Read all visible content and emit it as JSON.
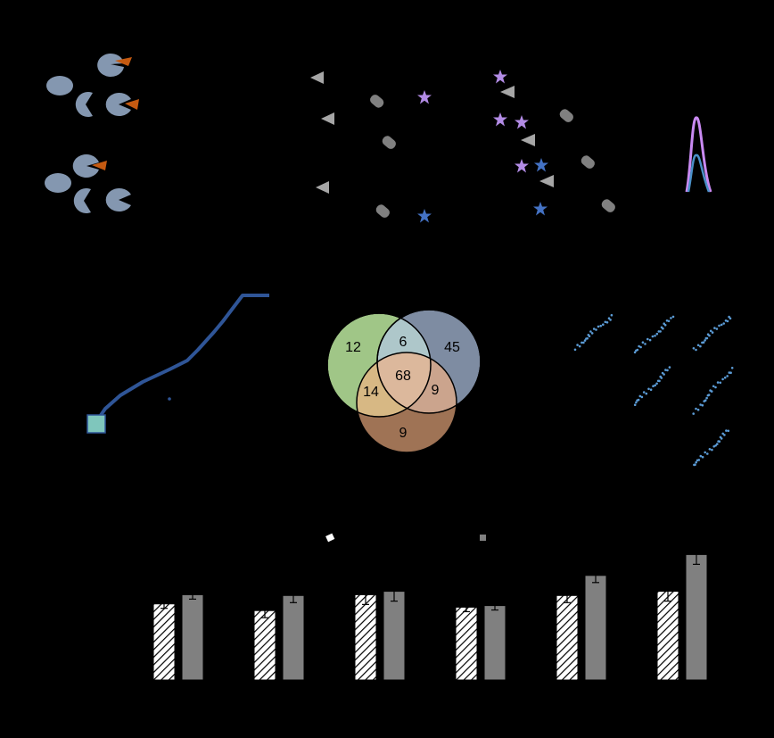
{
  "figure": {
    "background": "#000000",
    "panel_a": {
      "protein_color": "#8497B0",
      "tag_color": "#C55A11"
    },
    "panel_b": {
      "triangle_color": "#A6A6A6",
      "capsule_color": "#808080",
      "star_purple": "#B38CE6",
      "star_blue": "#4472C4"
    },
    "panel_c": {
      "line_color": "#2F5597",
      "marker_color": "#7FC6BC"
    },
    "venn": {
      "circles": [
        {
          "name": "green",
          "color": "#A9D18E"
        },
        {
          "name": "blue",
          "color": "#B4C7E7"
        },
        {
          "name": "orange",
          "color": "#F4B183"
        }
      ],
      "regions": {
        "green_only": "12",
        "green_blue": "6",
        "blue_only": "45",
        "all_three": "68",
        "green_orange": "14",
        "blue_orange": "9",
        "orange_only": "9"
      }
    },
    "panel_e": {
      "dot_color": "#5B9BD5"
    },
    "bar_chart": {
      "hatched_color": "#FFFFFF",
      "solid_color": "#808080"
    }
  },
  "chart_data": {
    "type": "bar",
    "categories": [
      "",
      "",
      "",
      "",
      "",
      ""
    ],
    "series": [
      {
        "values": [
          91,
          83,
          102,
          87,
          101,
          106
        ]
      },
      {
        "values": [
          102,
          101,
          106,
          89,
          125,
          150
        ]
      }
    ],
    "ylim": [
      0,
      160
    ]
  }
}
